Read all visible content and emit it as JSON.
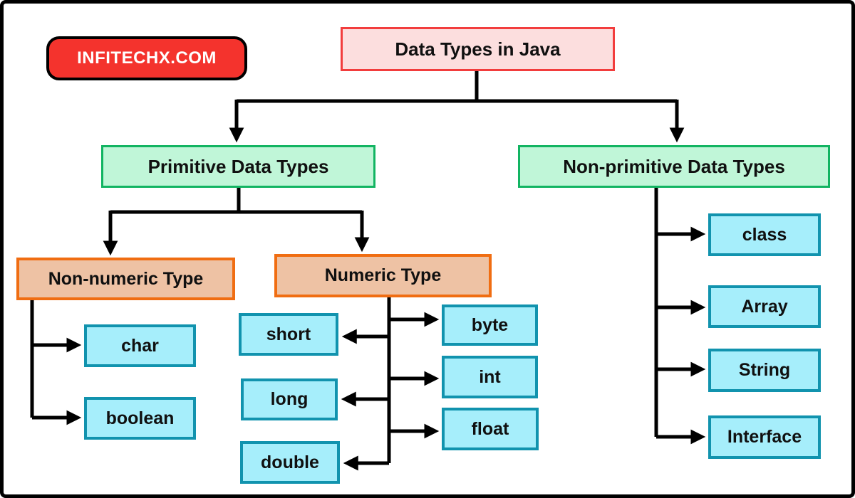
{
  "badge": {
    "label": "INFITECHX.COM"
  },
  "title": {
    "label": "Data Types in Java"
  },
  "nodes": {
    "primitive": "Primitive Data Types",
    "nonprimitive": "Non-primitive Data Types",
    "nonnumeric": "Non-numeric Type",
    "numeric": "Numeric Type",
    "char": "char",
    "boolean": "boolean",
    "short": "short",
    "long": "long",
    "double": "double",
    "byte": "byte",
    "int": "int",
    "float": "float",
    "class": "class",
    "array": "Array",
    "string": "String",
    "interface": "Interface"
  },
  "hierarchy": {
    "root": "Data Types in Java",
    "children": [
      {
        "label": "Primitive Data Types",
        "children": [
          {
            "label": "Non-numeric Type",
            "children": [
              "char",
              "boolean"
            ]
          },
          {
            "label": "Numeric Type",
            "children": [
              "byte",
              "short",
              "int",
              "long",
              "float",
              "double"
            ]
          }
        ]
      },
      {
        "label": "Non-primitive Data Types",
        "children": [
          "class",
          "Array",
          "String",
          "Interface"
        ]
      }
    ]
  },
  "colors": {
    "badge_red": "#f4332d",
    "title_bg": "#fcdede",
    "title_border": "#f23d3d",
    "green_bg": "#c0f6d8",
    "green_border": "#12b462",
    "orange_bg": "#eec2a4",
    "orange_border": "#f06d12",
    "cyan_bg": "#a6eefb",
    "cyan_border": "#1193ae",
    "line": "#000000"
  }
}
